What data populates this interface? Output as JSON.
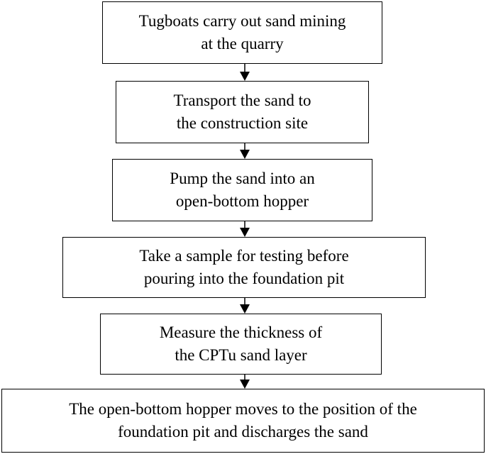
{
  "flowchart": {
    "steps": [
      {
        "lines": [
          "Tugboats carry out sand mining",
          "at the quarry"
        ]
      },
      {
        "lines": [
          "Transport the sand to",
          "the construction site"
        ]
      },
      {
        "lines": [
          "Pump the sand into an",
          "open-bottom hopper"
        ]
      },
      {
        "lines": [
          "Take a sample for testing before",
          "pouring into the foundation pit"
        ]
      },
      {
        "lines": [
          "Measure the thickness of",
          "the CPTu sand layer"
        ]
      },
      {
        "lines": [
          "The open-bottom hopper moves to the position of the",
          "foundation pit and discharges the sand"
        ]
      }
    ],
    "colors": {
      "stroke": "#000000",
      "fill": "#ffffff",
      "text": "#000000"
    }
  }
}
